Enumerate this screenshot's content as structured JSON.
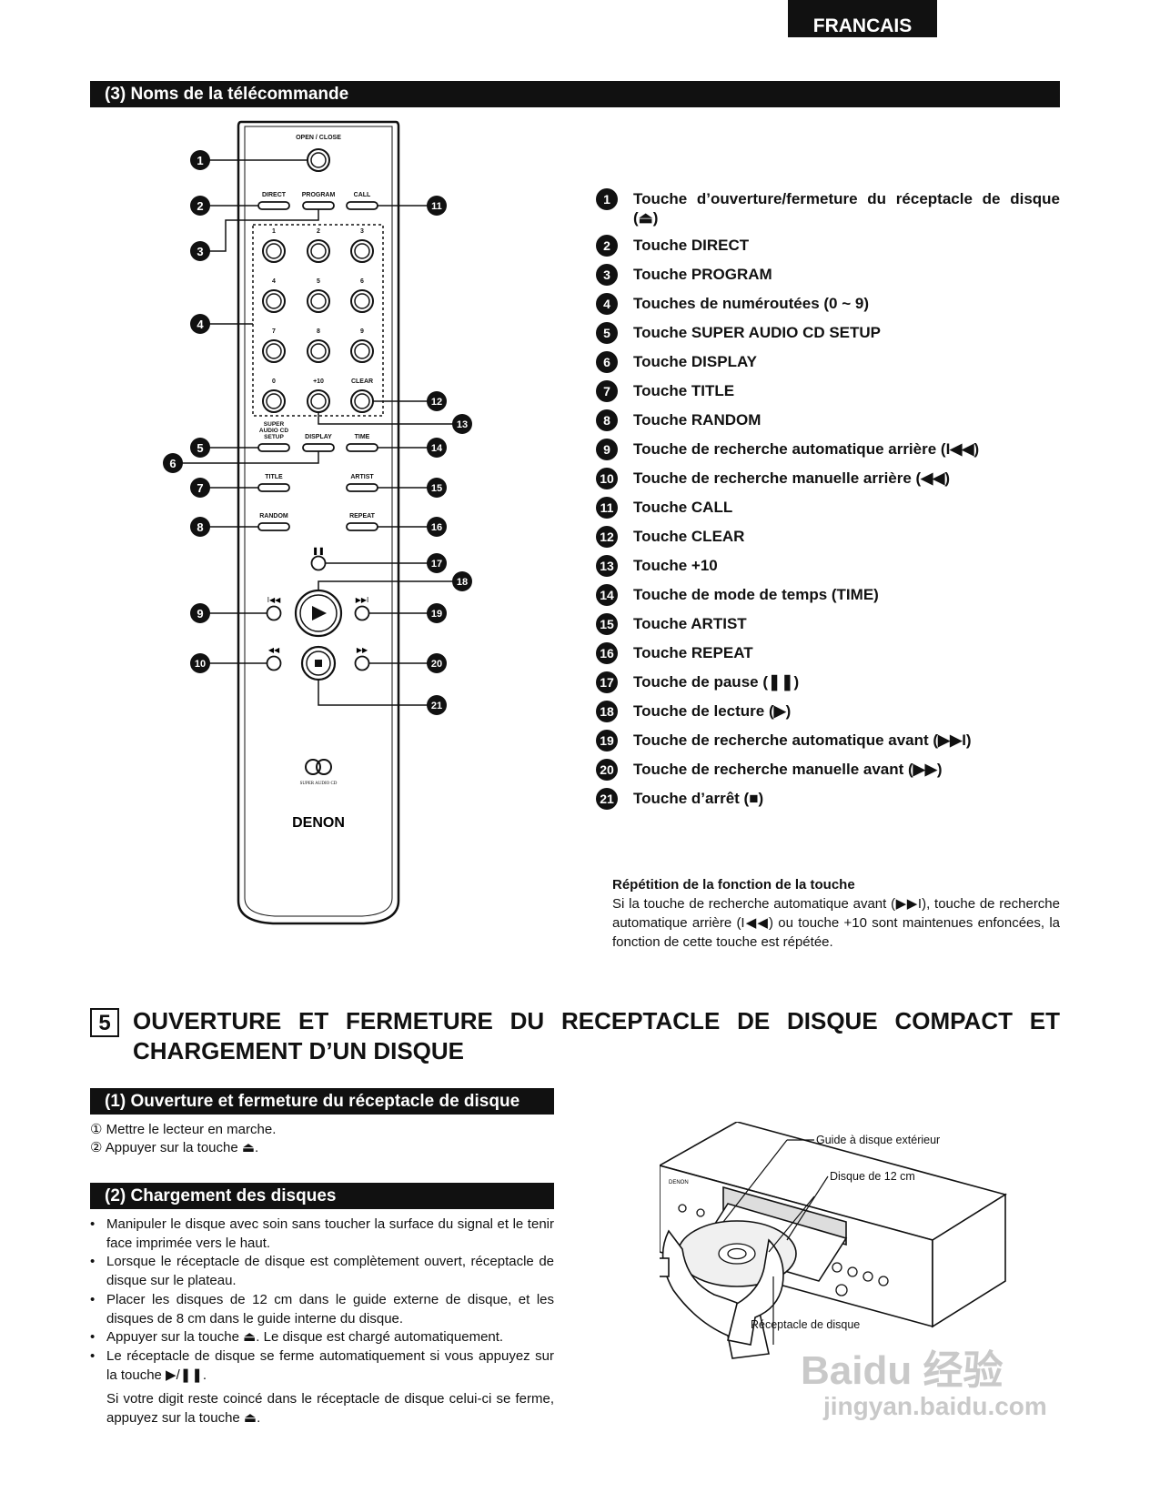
{
  "language_tab": "FRANCAIS",
  "remote_section_title": "(3) Noms de la télécommande",
  "remote": {
    "labels": {
      "open_close": "OPEN / CLOSE",
      "direct": "DIRECT",
      "program": "PROGRAM",
      "call": "CALL",
      "digits": [
        "1",
        "2",
        "3",
        "4",
        "5",
        "6",
        "7",
        "8",
        "9",
        "0"
      ],
      "plus10": "+10",
      "clear": "CLEAR",
      "setup": "SUPER AUDIO CD SETUP",
      "display": "DISPLAY",
      "time": "TIME",
      "title": "TITLE",
      "artist": "ARTIST",
      "random": "RANDOM",
      "repeat": "REPEAT",
      "sacd_logo": "SUPER AUDIO CD",
      "brand": "DENON"
    },
    "callout_numbers": [
      "1",
      "2",
      "3",
      "4",
      "5",
      "6",
      "7",
      "8",
      "9",
      "10",
      "11",
      "12",
      "13",
      "14",
      "15",
      "16",
      "17",
      "18",
      "19",
      "20",
      "21"
    ]
  },
  "keys": [
    {
      "n": "1",
      "text": "Touche d’ouverture/fermeture du réceptacle de disque (⏏)"
    },
    {
      "n": "2",
      "text": "Touche DIRECT"
    },
    {
      "n": "3",
      "text": "Touche PROGRAM"
    },
    {
      "n": "4",
      "text": "Touches de numéroutées (0 ~ 9)"
    },
    {
      "n": "5",
      "text": "Touche SUPER AUDIO CD SETUP"
    },
    {
      "n": "6",
      "text": "Touche DISPLAY"
    },
    {
      "n": "7",
      "text": "Touche TITLE"
    },
    {
      "n": "8",
      "text": "Touche RANDOM"
    },
    {
      "n": "9",
      "text": "Touche de recherche automatique arrière (I◀◀)"
    },
    {
      "n": "10",
      "text": "Touche de recherche manuelle arrière (◀◀)"
    },
    {
      "n": "11",
      "text": "Touche CALL"
    },
    {
      "n": "12",
      "text": "Touche CLEAR"
    },
    {
      "n": "13",
      "text": "Touche +10"
    },
    {
      "n": "14",
      "text": "Touche de mode de temps (TIME)"
    },
    {
      "n": "15",
      "text": "Touche ARTIST"
    },
    {
      "n": "16",
      "text": "Touche REPEAT"
    },
    {
      "n": "17",
      "text": "Touche de pause (❚❚)"
    },
    {
      "n": "18",
      "text": "Touche de lecture (▶)"
    },
    {
      "n": "19",
      "text": "Touche de recherche automatique avant (▶▶I)"
    },
    {
      "n": "20",
      "text": "Touche de recherche manuelle avant (▶▶)"
    },
    {
      "n": "21",
      "text": "Touche d’arrêt (■)"
    }
  ],
  "repetition": {
    "title": "Répétition de la fonction de la touche",
    "body": "Si la touche de recherche automatique avant (▶▶I), touche de recherche automatique arrière (I◀◀) ou touche +10 sont maintenues enfoncées, la fonction de cette touche est répétée."
  },
  "section5": {
    "number": "5",
    "title": "OUVERTURE ET FERMETURE DU RECEPTACLE DE DISQUE COMPACT ET CHARGEMENT D’UN DISQUE"
  },
  "sub1": {
    "title": "(1) Ouverture et fermeture du réceptacle de disque",
    "steps": [
      "① Mettre le lecteur en marche.",
      "② Appuyer sur la touche ⏏."
    ]
  },
  "sub2": {
    "title": "(2) Chargement des disques",
    "bullets": [
      "Manipuler le disque avec soin sans toucher la surface du signal et le tenir face imprimée vers le haut.",
      "Lorsque le réceptacle de disque est complètement ouvert, réceptacle de disque sur le plateau.",
      "Placer les disques de 12 cm dans le guide externe de disque, et les disques de 8 cm dans le guide interne du disque.",
      "Appuyer sur la touche ⏏. Le disque est chargé automatiquement.",
      "Le réceptacle de disque se ferme automatiquement si vous appuyez sur la touche ▶/❚❚."
    ],
    "note": "Si votre digit reste coincé dans le réceptacle de disque celui-ci se ferme, appuyez sur la touche ⏏."
  },
  "device": {
    "brand": "DENON",
    "label_outer_guide": "Guide à disque extérieur",
    "label_disc": "Disque de 12 cm",
    "label_tray": "Réceptacle de disque"
  },
  "watermark": {
    "main": "Baidu 经验",
    "url": "jingyan.baidu.com"
  }
}
